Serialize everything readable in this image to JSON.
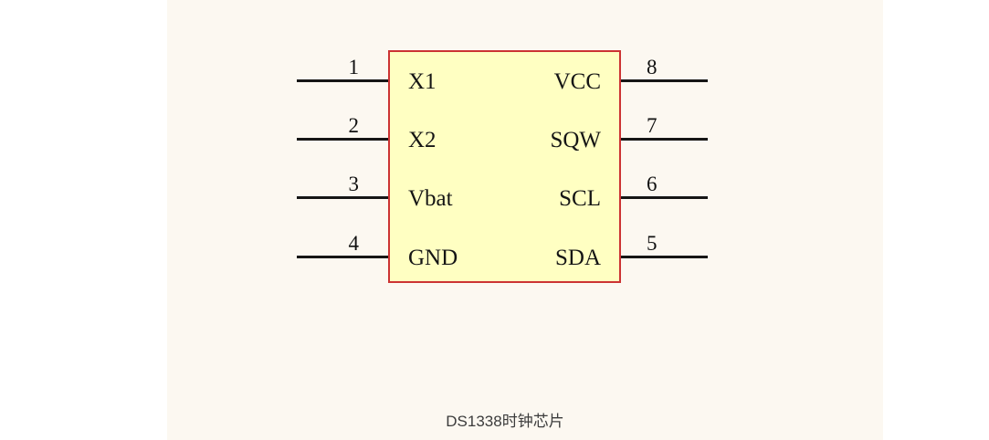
{
  "page": {
    "caption": "DS1338时钟芯片",
    "colors": {
      "surface_background": "#fcf8f1",
      "chip_fill": "#ffffc2",
      "chip_border": "#cc3333",
      "wire": "#161616"
    }
  },
  "chip": {
    "left_pins": [
      {
        "number": "1",
        "label": "X1"
      },
      {
        "number": "2",
        "label": "X2"
      },
      {
        "number": "3",
        "label": "Vbat"
      },
      {
        "number": "4",
        "label": "GND"
      }
    ],
    "right_pins": [
      {
        "number": "8",
        "label": "VCC"
      },
      {
        "number": "7",
        "label": "SQW"
      },
      {
        "number": "6",
        "label": "SCL"
      },
      {
        "number": "5",
        "label": "SDA"
      }
    ]
  }
}
